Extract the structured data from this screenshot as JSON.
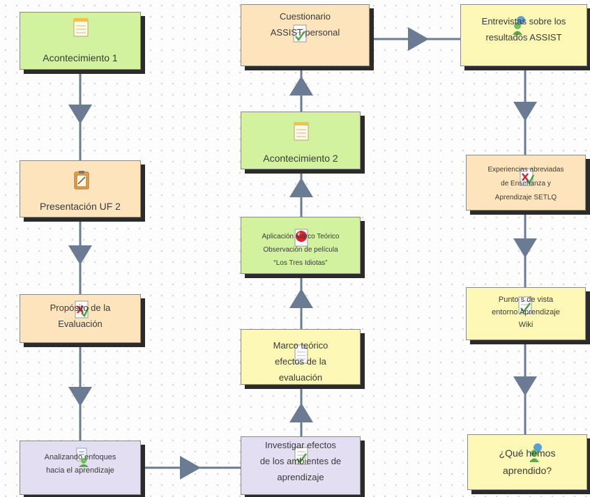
{
  "nodes": {
    "acontecimiento_1": "Acontecimiento 1",
    "presentacion": "Presentación UF 2",
    "proposito": "Propósito de la\nEvaluación",
    "analizando": "Analizando enfoques\nhacia el aprendizaje",
    "investigar": "Investigar efectos\nde los ambientes de\naprendizaje",
    "marco_teorico": "Marco teórico\nefectos  de la\nevaluación",
    "aplicacion": "Aplicación Marco Teórico\nObservación de película\n“Los Tres Idiotas”",
    "acontecimiento_2": "Acontecimiento 2",
    "cuestionario": "Cuestionario\nASSIST personal",
    "entrevistas": "Entrevistas sobre los\nresultados ASSIST",
    "experiencias": "Experiencias abreviadas\nde Enseñanza y\nAprendizaje SETLQ",
    "puntos_vista": "Punto s de vista\nentorno Aprendizaje\nWiki",
    "que_hemos": "¿Qué hemos\naprendido?"
  },
  "colors": {
    "green": "#d3f29f",
    "orange": "#fde4bd",
    "yellow": "#fdf8b5",
    "purple": "#e4def3",
    "connector": "#6b7b93"
  },
  "icons": {
    "acontecimiento_1": "notepad-icon",
    "presentacion": "clipboard-icon",
    "proposito": "checklist-cross-icon",
    "analizando": "person-document-icon",
    "investigar": "checklist-icon",
    "marco_teorico": "document-icon",
    "aplicacion": "red-pin-icon",
    "acontecimiento_2": "notepad-icon",
    "cuestionario": "checklist-icon",
    "entrevistas": "person-icon",
    "experiencias": "checklist-cross-icon",
    "puntos_vista": "checklist-icon",
    "que_hemos": "person-icon"
  }
}
